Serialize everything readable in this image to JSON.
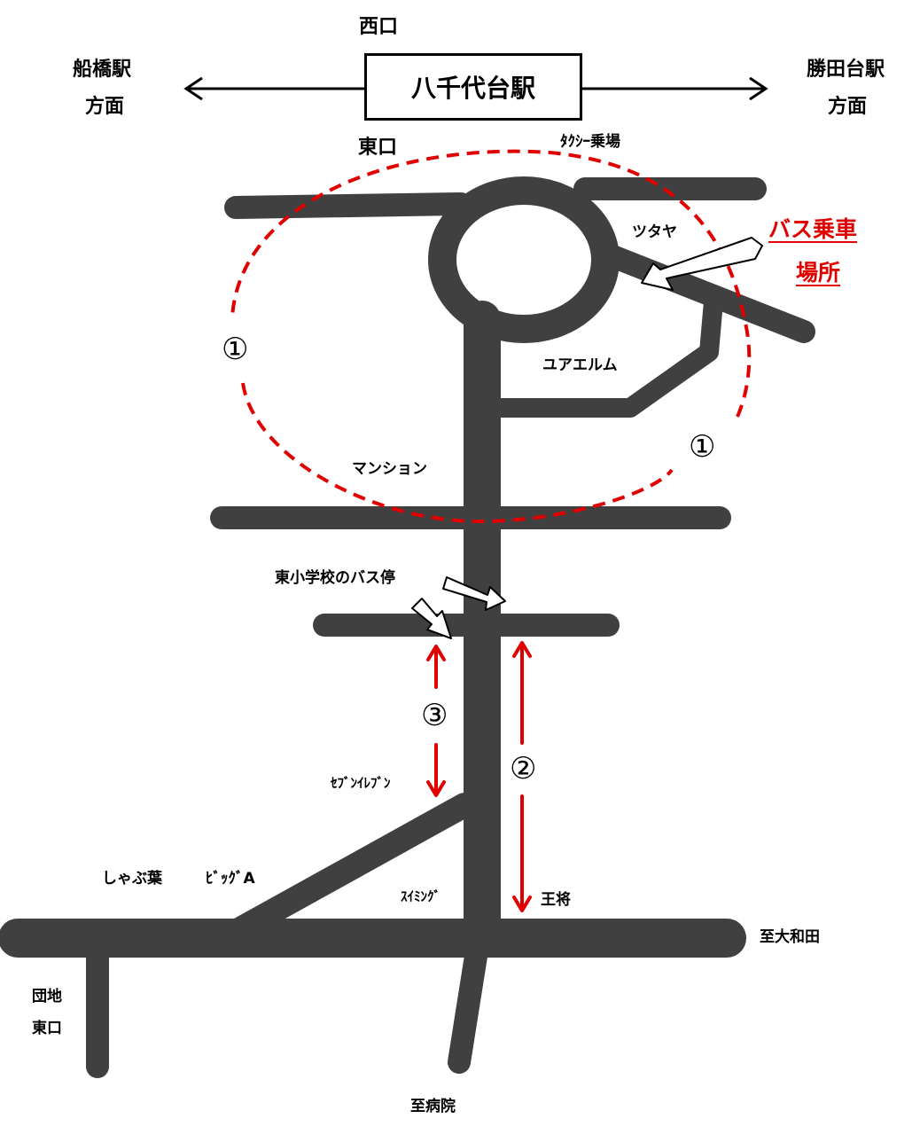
{
  "station": {
    "name": "八千代台駅",
    "west_exit": "西口",
    "east_exit": "東口",
    "taxi_stand": "ﾀｸｼｰ乗場"
  },
  "directions": {
    "left_line1": "船橋駅",
    "left_line2": "方面",
    "right_line1": "勝田台駅",
    "right_line2": "方面",
    "to_owada": "至大和田",
    "to_hospital": "至病院",
    "danchi_line1": "団地",
    "danchi_line2": "東口"
  },
  "landmarks": {
    "tsutaya": "ツタヤ",
    "yuaerumu": "ユアエルム",
    "mansion": "マンション",
    "seven_eleven": "ｾﾌﾞﾝｲﾚﾌﾞﾝ",
    "shabuyo": "しゃぶ葉",
    "big_a": "ﾋﾞｯｸﾞA",
    "swimming": "ｽｲﾐﾝｸﾞ",
    "ohsho": "王将"
  },
  "bus": {
    "boarding_line1": "バス乗車",
    "boarding_line2": "場所",
    "school_stop": "東小学校のバス停"
  },
  "markers": {
    "m1a": "①",
    "m1b": "①",
    "m2": "②",
    "m3": "③"
  },
  "colors": {
    "road": "#404040",
    "highlight": "#e00000",
    "text": "#000000"
  }
}
